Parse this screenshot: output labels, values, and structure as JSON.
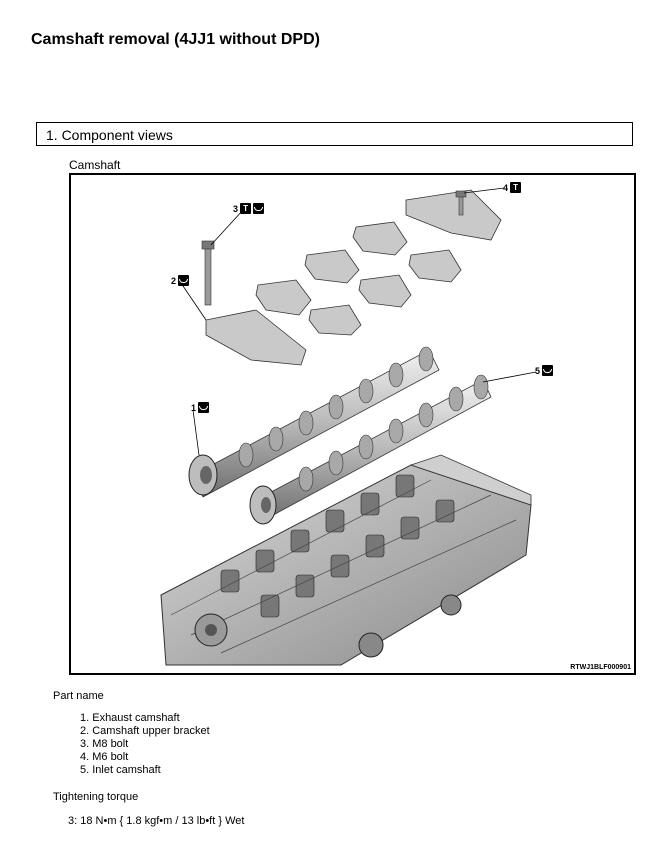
{
  "page": {
    "title": "Camshaft removal (4JJ1 without DPD)"
  },
  "section": {
    "title": "1. Component views"
  },
  "figure": {
    "caption": "Camshaft",
    "id": "RTWJ1BLF000901",
    "callouts": [
      {
        "num": "1",
        "icons": [
          "oil-can-icon"
        ]
      },
      {
        "num": "2",
        "icons": [
          "oil-can-icon"
        ]
      },
      {
        "num": "3",
        "icons": [
          "torque-icon",
          "oil-can-icon"
        ]
      },
      {
        "num": "4",
        "icons": [
          "torque-icon"
        ]
      },
      {
        "num": "5",
        "icons": [
          "oil-can-icon"
        ]
      }
    ]
  },
  "parts": {
    "heading": "Part name",
    "items": [
      "1. Exhaust camshaft",
      "2. Camshaft upper bracket",
      "3. M8 bolt",
      "4. M6 bolt",
      "5. Inlet camshaft"
    ]
  },
  "torque": {
    "heading": "Tightening torque",
    "value": "3: 18 N•m { 1.8 kgf•m / 13 lb•ft } Wet"
  },
  "icon_glyphs": {
    "torque": "T"
  }
}
